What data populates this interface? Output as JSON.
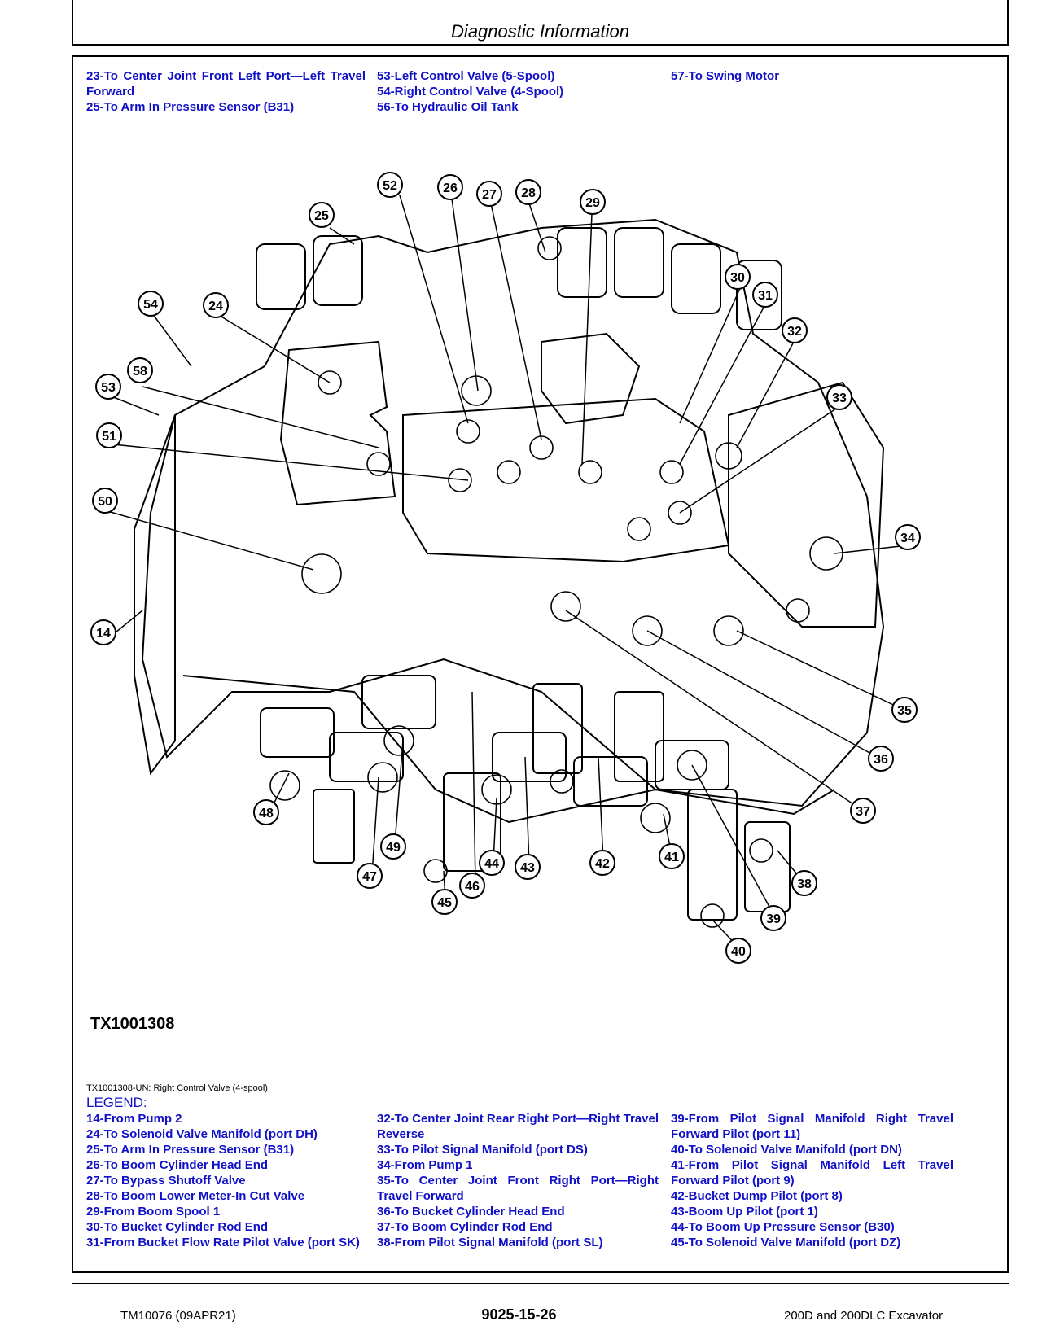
{
  "header": {
    "title": "Diagnostic Information"
  },
  "top_legend": {
    "col1": [
      "23-To Center Joint Front Left Port—Left Travel Forward",
      "25-To Arm In Pressure Sensor (B31)"
    ],
    "col2": [
      "53-Left Control Valve (5-Spool)",
      "54-Right Control Valve (4-Spool)",
      "56-To Hydraulic Oil Tank"
    ],
    "col3": [
      "57-To Swing Motor"
    ]
  },
  "figure": {
    "id": "TX1001308",
    "callouts": [
      "52",
      "26",
      "27",
      "28",
      "29",
      "25",
      "30",
      "31",
      "54",
      "24",
      "32",
      "58",
      "53",
      "33",
      "51",
      "50",
      "34",
      "14",
      "35",
      "36",
      "37",
      "48",
      "49",
      "47",
      "44",
      "43",
      "42",
      "41",
      "38",
      "46",
      "45",
      "39",
      "40"
    ]
  },
  "caption": "TX1001308-UN: Right Control Valve (4-spool)",
  "legend": {
    "title": "LEGEND:",
    "col1": [
      "14-From Pump 2",
      "24-To Solenoid Valve Manifold (port DH)",
      "25-To Arm In Pressure Sensor (B31)",
      "26-To Boom Cylinder Head End",
      "27-To Bypass Shutoff Valve",
      "28-To Boom Lower Meter-In Cut Valve",
      "29-From Boom Spool 1",
      "30-To Bucket Cylinder Rod End",
      "31-From Bucket Flow Rate Pilot Valve (port SK)"
    ],
    "col2": [
      "32-To Center Joint Rear Right Port—Right Travel Reverse",
      "33-To Pilot Signal Manifold (port DS)",
      "34-From Pump 1",
      "35-To Center Joint Front Right Port—Right Travel Forward",
      "36-To Bucket Cylinder Head End",
      "37-To Boom Cylinder Rod End",
      "38-From Pilot Signal Manifold (port SL)"
    ],
    "col3": [
      "39-From Pilot Signal Manifold Right Travel Forward Pilot (port 11)",
      "40-To Solenoid Valve Manifold (port DN)",
      "41-From Pilot Signal Manifold Left Travel Forward Pilot (port 9)",
      "42-Bucket Dump Pilot (port 8)",
      "43-Boom Up Pilot (port 1)",
      "44-To Boom Up Pressure Sensor (B30)",
      "45-To Solenoid Valve Manifold (port DZ)"
    ]
  },
  "footer": {
    "left": "TM10076 (09APR21)",
    "center": "9025-15-26",
    "right": "200D and 200DLC Excavator"
  }
}
